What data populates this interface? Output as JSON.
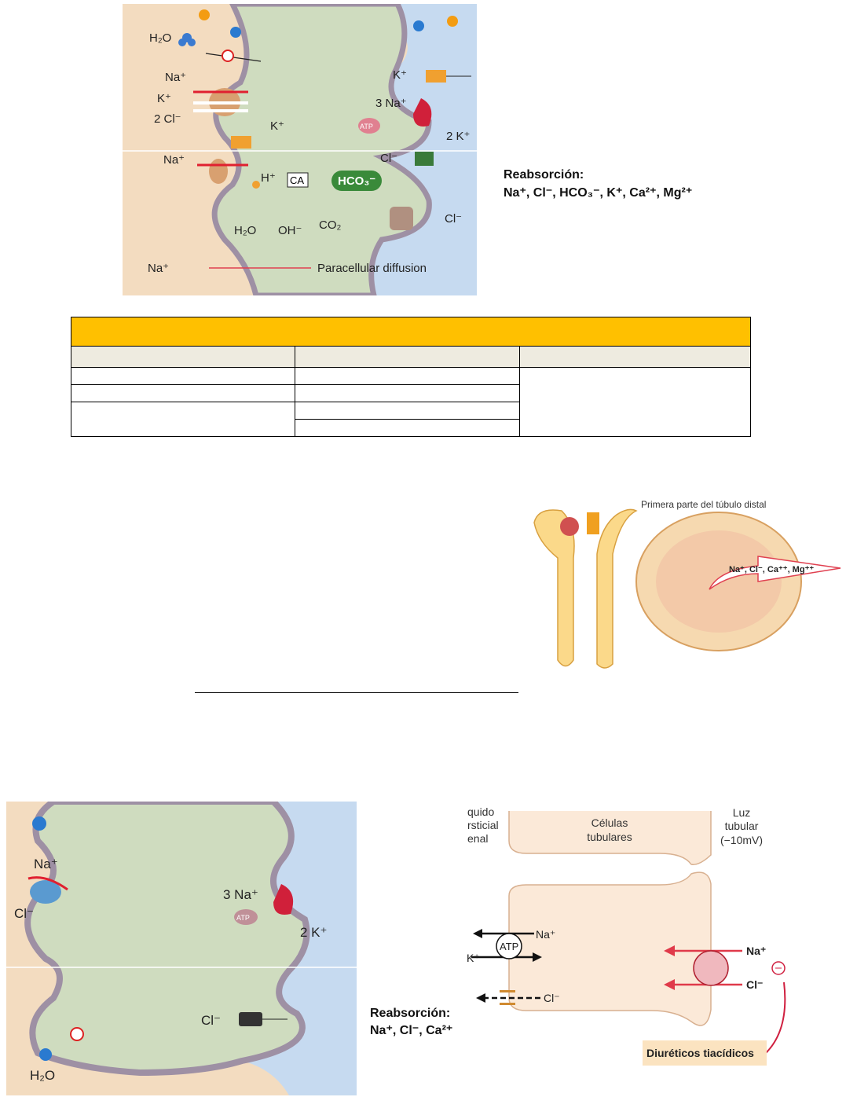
{
  "top_diagram": {
    "labels": {
      "h2o": "H₂O",
      "na": "Na⁺",
      "k": "K⁺",
      "cl2": "2 Cl⁻",
      "k2": "K⁺",
      "k_right": "K⁺",
      "na3": "3 Na⁺",
      "k2_right": "2 K⁺",
      "atp": "ATP",
      "na_low": "Na⁺",
      "h": "H⁺",
      "ca": "CA",
      "hco3": "HCO₃⁻",
      "cl_right": "Cl⁻",
      "cl_low": "Cl⁻",
      "h2o_low": "H₂O",
      "oh": "OH⁻",
      "co2": "CO₂",
      "na_para": "Na⁺",
      "paracellular": "Paracellular diffusion"
    }
  },
  "reabsorption_top": {
    "title": "Reabsorción:",
    "ions": "Na⁺, Cl⁻, HCO₃⁻, K⁺, Ca²⁺, Mg²⁺"
  },
  "table": {
    "header": "",
    "subheaders": [
      "",
      "",
      ""
    ],
    "rows": [
      [
        "",
        ""
      ],
      [
        "",
        ""
      ],
      [
        "",
        ""
      ],
      [
        ""
      ]
    ],
    "merged_cell": ""
  },
  "nephron_figure": {
    "caption": "Primera parte del túbulo distal",
    "ions": "Na⁺, Cl⁻, Ca⁺⁺, Mg⁺⁺"
  },
  "bottom_left_diagram": {
    "labels": {
      "na": "Na⁺",
      "cl": "Cl⁻",
      "na3": "3 Na⁺",
      "k2": "2 K⁺",
      "atp": "ATP",
      "cl_right": "Cl⁻",
      "h2o": "H₂O"
    }
  },
  "reabsorption_bottom": {
    "title": "Reabsorción:",
    "ions": "Na⁺, Cl⁻, Ca²⁺"
  },
  "thiazide_diagram": {
    "interstitial": [
      "quido",
      "rsticial",
      "enal"
    ],
    "cells": [
      "Células",
      "tubulares"
    ],
    "lumen": [
      "Luz",
      "tubular",
      "(−10mV)"
    ],
    "na_left": "Na⁺",
    "k_left": "K⁺",
    "atp": "ATP",
    "cl_left": "Cl⁻",
    "na_right": "Na⁺",
    "cl_right": "Cl⁻",
    "drug": "Diuréticos tiacídicos"
  },
  "colors": {
    "table_header": "#ffc000",
    "table_subheader": "#eeebe0",
    "cell_green": "#cfdcbf",
    "interstitium": "#f3dcc0",
    "lumen": "#c6daf0",
    "membrane": "#9e90a4"
  }
}
